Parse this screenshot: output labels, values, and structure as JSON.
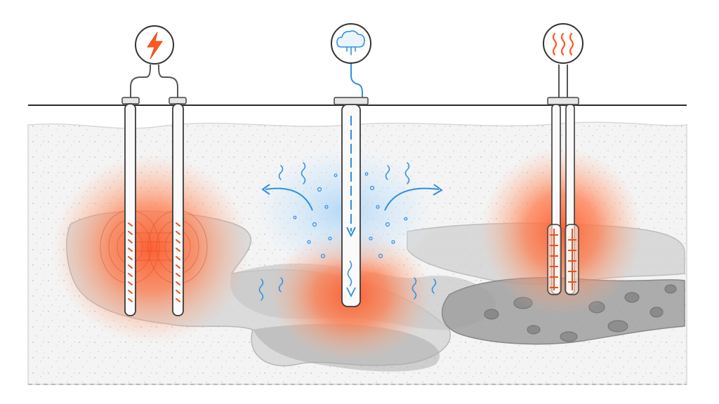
{
  "diagram": {
    "colors": {
      "background": "#ffffff",
      "soil": "#f3f3f3",
      "clay": "#c9c9c9",
      "bedrock": "#9a9a9a",
      "heat": "#ff6a3d",
      "steam": "#2f8fe3",
      "outline": "#2b2b2b"
    },
    "methods": [
      {
        "id": "electrical-resistance-heating",
        "icon": "lightning-bolt-icon"
      },
      {
        "id": "steam-enhanced-extraction",
        "icon": "steam-cloud-icon"
      },
      {
        "id": "thermal-conduction-heating",
        "icon": "heat-waves-icon"
      }
    ]
  }
}
